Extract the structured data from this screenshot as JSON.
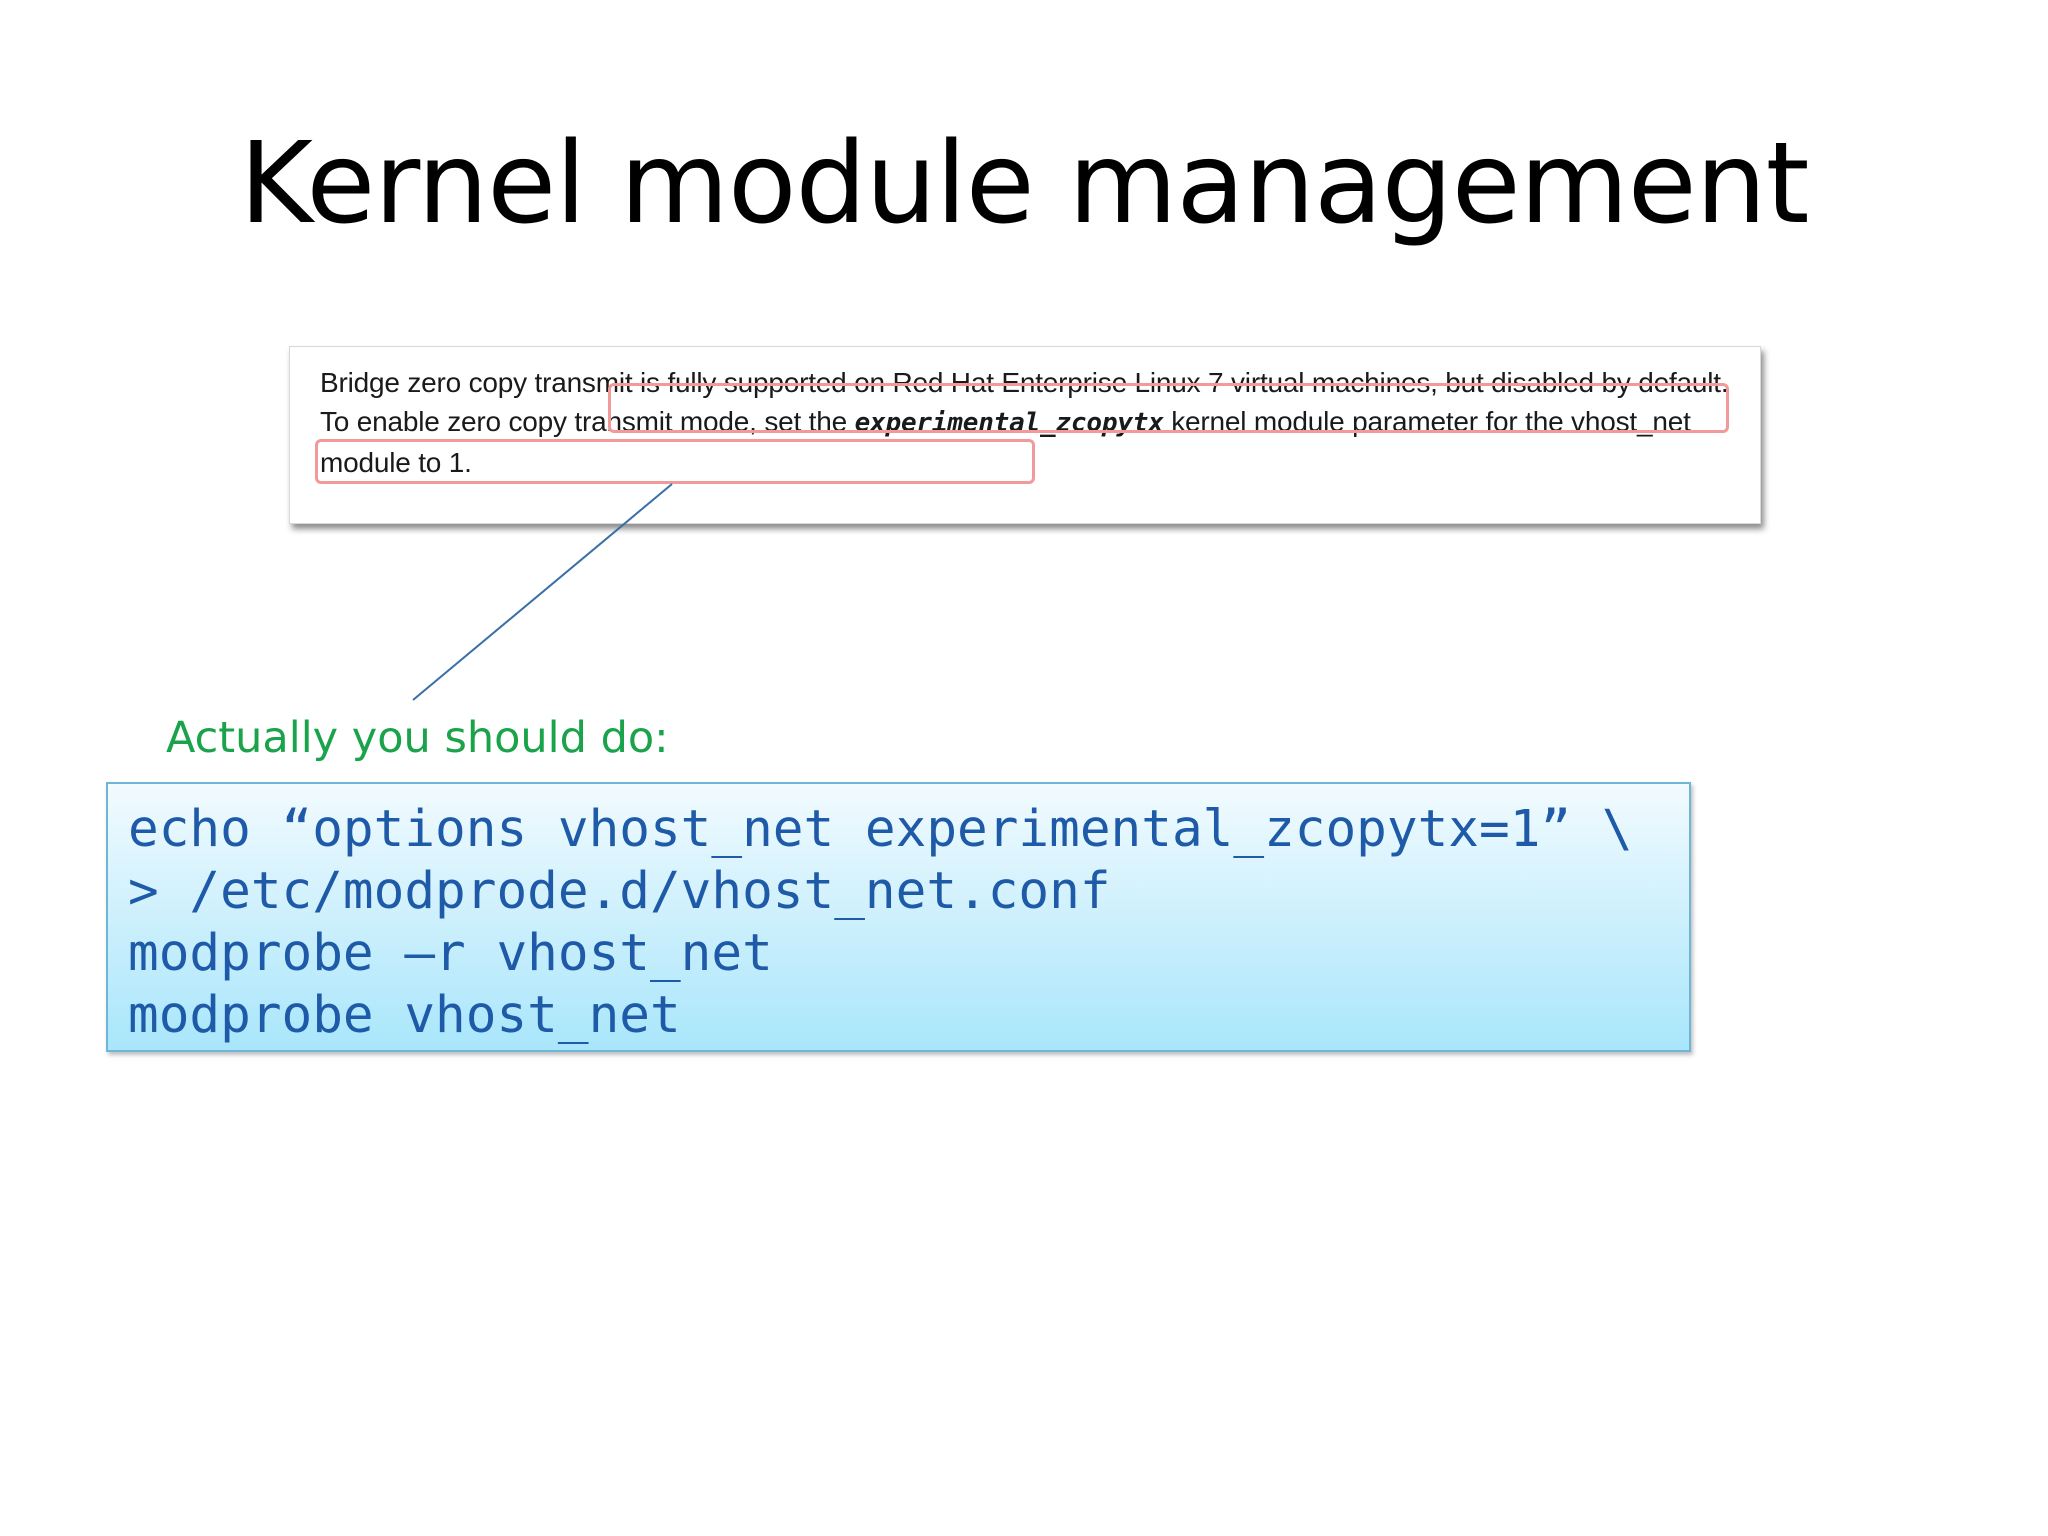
{
  "slide": {
    "title": "Kernel module management"
  },
  "excerpt": {
    "text_part1": "Bridge zero copy transmit is fully supported on Red Hat Enterprise Linux 7 virtual machines, but disabled by default. To enable zero copy transmit mode, set the ",
    "parameter": "experimental_zcopytx",
    "text_part2": " kernel module parameter for the vhost_net module to 1.",
    "highlight_color": "#f29a9a"
  },
  "callout": {
    "label": "Actually you should do:",
    "color": "#1aa34a"
  },
  "code": {
    "lines": [
      "echo “options vhost_net experimental_zcopytx=1” \\",
      "> /etc/modprode.d/vhost_net.conf",
      "modprobe –r vhost_net",
      "modprobe vhost_net"
    ],
    "text_color": "#1e5aa8",
    "border_color": "#6fb6d6"
  },
  "connector": {
    "color": "#3a6ea5"
  }
}
